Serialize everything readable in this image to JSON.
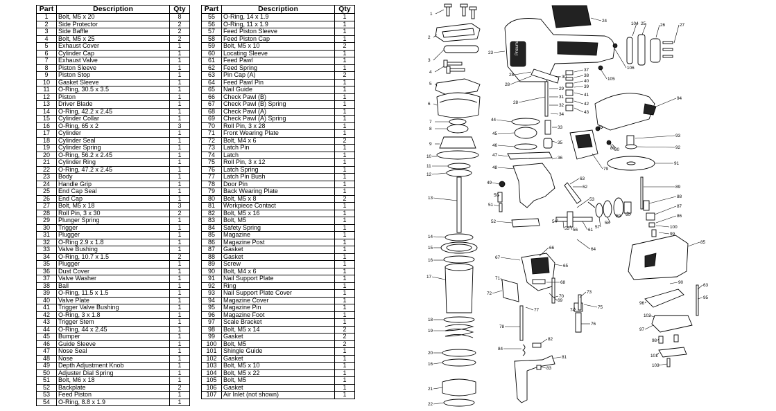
{
  "headers": {
    "part": "Part",
    "description": "Description",
    "qty": "Qty"
  },
  "parts_left": [
    {
      "part": "1",
      "description": "Bolt, M5 x 20",
      "qty": "8"
    },
    {
      "part": "2",
      "description": "Side Protector",
      "qty": "2"
    },
    {
      "part": "3",
      "description": "Side Baffle",
      "qty": "2"
    },
    {
      "part": "4",
      "description": "Bolt, M5 x 25",
      "qty": "2"
    },
    {
      "part": "5",
      "description": "Exhaust Cover",
      "qty": "1"
    },
    {
      "part": "6",
      "description": "Cylinder Cap",
      "qty": "1"
    },
    {
      "part": "7",
      "description": "Exhaust Valve",
      "qty": "1"
    },
    {
      "part": "8",
      "description": "Piston Sleeve",
      "qty": "1"
    },
    {
      "part": "9",
      "description": "Piston Stop",
      "qty": "1"
    },
    {
      "part": "10",
      "description": "Gasket Sleeve",
      "qty": "1"
    },
    {
      "part": "11",
      "description": "O-Ring, 30.5 x 3.5",
      "qty": "1"
    },
    {
      "part": "12",
      "description": "Piston",
      "qty": "1"
    },
    {
      "part": "13",
      "description": "Driver Blade",
      "qty": "1"
    },
    {
      "part": "14",
      "description": "O-Ring, 42.2 x 2.45",
      "qty": "1"
    },
    {
      "part": "15",
      "description": "Cylinder Collar",
      "qty": "1"
    },
    {
      "part": "16",
      "description": "O-Ring, 65 x 2",
      "qty": "3"
    },
    {
      "part": "17",
      "description": "Cylinder",
      "qty": "1"
    },
    {
      "part": "18",
      "description": "Cylinder Seal",
      "qty": "1"
    },
    {
      "part": "19",
      "description": "Cylinder Spring",
      "qty": "1"
    },
    {
      "part": "20",
      "description": "O-Ring, 56.2 x 2.45",
      "qty": "1"
    },
    {
      "part": "21",
      "description": "Cylinder Ring",
      "qty": "1"
    },
    {
      "part": "22",
      "description": "O-Ring, 47.2 x 2.45",
      "qty": "1"
    },
    {
      "part": "23",
      "description": "Body",
      "qty": "1"
    },
    {
      "part": "24",
      "description": "Handle Grip",
      "qty": "1"
    },
    {
      "part": "25",
      "description": "End Cap Seal",
      "qty": "1"
    },
    {
      "part": "26",
      "description": "End Cap",
      "qty": "1"
    },
    {
      "part": "27",
      "description": "Bolt, M5 x 18",
      "qty": "3"
    },
    {
      "part": "28",
      "description": "Roll Pin, 3 x 30",
      "qty": "2"
    },
    {
      "part": "29",
      "description": "Plunger Spring",
      "qty": "1"
    },
    {
      "part": "30",
      "description": "Trigger",
      "qty": "1"
    },
    {
      "part": "31",
      "description": "Plugger",
      "qty": "1"
    },
    {
      "part": "32",
      "description": "O-Ring 2.9 x 1.8",
      "qty": "1"
    },
    {
      "part": "33",
      "description": "Valve Bushing",
      "qty": "1"
    },
    {
      "part": "34",
      "description": "O-Ring, 10.7 x 1.5",
      "qty": "2"
    },
    {
      "part": "35",
      "description": "Plugger",
      "qty": "1"
    },
    {
      "part": "36",
      "description": "Dust Cover",
      "qty": "1"
    },
    {
      "part": "37",
      "description": "Valve Washer",
      "qty": "1"
    },
    {
      "part": "38",
      "description": "Ball",
      "qty": "1"
    },
    {
      "part": "39",
      "description": "O-Ring, 11.5 x 1.5",
      "qty": "1"
    },
    {
      "part": "40",
      "description": "Valve Plate",
      "qty": "1"
    },
    {
      "part": "41",
      "description": "Trigger Valve Bushing",
      "qty": "1"
    },
    {
      "part": "42",
      "description": "O-Ring, 3 x 1.8",
      "qty": "1"
    },
    {
      "part": "43",
      "description": "Trigger Stem",
      "qty": "1"
    },
    {
      "part": "44",
      "description": "O-Ring, 44 x 2.45",
      "qty": "1"
    },
    {
      "part": "45",
      "description": "Bumper",
      "qty": "1"
    },
    {
      "part": "46",
      "description": "Guide Sleeve",
      "qty": "1"
    },
    {
      "part": "47",
      "description": "Nose Seal",
      "qty": "1"
    },
    {
      "part": "48",
      "description": "Nose",
      "qty": "1"
    },
    {
      "part": "49",
      "description": "Depth Adjustment Knob",
      "qty": "1"
    },
    {
      "part": "50",
      "description": "Adjuster Dial Spring",
      "qty": "1"
    },
    {
      "part": "51",
      "description": "Bolt, M6 x 18",
      "qty": "1"
    },
    {
      "part": "52",
      "description": "Backplate",
      "qty": "2"
    },
    {
      "part": "53",
      "description": "Feed Piston",
      "qty": "1"
    },
    {
      "part": "54",
      "description": "O-Ring, 8.8 x 1.9",
      "qty": "1"
    }
  ],
  "parts_right": [
    {
      "part": "55",
      "description": "O-Ring, 14 x 1.9",
      "qty": "1"
    },
    {
      "part": "56",
      "description": "O-Ring, 11 x 1.9",
      "qty": "1"
    },
    {
      "part": "57",
      "description": "Feed Piston Sleeve",
      "qty": "1"
    },
    {
      "part": "58",
      "description": "Feed Piston Cap",
      "qty": "1"
    },
    {
      "part": "59",
      "description": "Bolt, M5 x 10",
      "qty": "2"
    },
    {
      "part": "60",
      "description": "Locating Sleeve",
      "qty": "1"
    },
    {
      "part": "61",
      "description": "Feed Pawl",
      "qty": "1"
    },
    {
      "part": "62",
      "description": "Feed Spring",
      "qty": "1"
    },
    {
      "part": "63",
      "description": "Pin Cap (A)",
      "qty": "2"
    },
    {
      "part": "64",
      "description": "Feed Pawl Pin",
      "qty": "1"
    },
    {
      "part": "65",
      "description": "Nail Guide",
      "qty": "1"
    },
    {
      "part": "66",
      "description": "Check Pawl (B)",
      "qty": "1"
    },
    {
      "part": "67",
      "description": "Check Pawl (B) Spring",
      "qty": "1"
    },
    {
      "part": "68",
      "description": "Check Pawl (A)",
      "qty": "1"
    },
    {
      "part": "69",
      "description": "Check Pawl (A) Spring",
      "qty": "1"
    },
    {
      "part": "70",
      "description": "Roll Pin, 3 x 28",
      "qty": "1"
    },
    {
      "part": "71",
      "description": "Front Wearing Plate",
      "qty": "1"
    },
    {
      "part": "72",
      "description": "Bolt, M4 x 6",
      "qty": "2"
    },
    {
      "part": "73",
      "description": "Latch Pin",
      "qty": "1"
    },
    {
      "part": "74",
      "description": "Latch",
      "qty": "1"
    },
    {
      "part": "75",
      "description": "Roll Pin, 3 x 12",
      "qty": "1"
    },
    {
      "part": "76",
      "description": "Latch Spring",
      "qty": "1"
    },
    {
      "part": "77",
      "description": "Latch Pin Bush",
      "qty": "1"
    },
    {
      "part": "78",
      "description": "Door Pin",
      "qty": "1"
    },
    {
      "part": "79",
      "description": "Back Wearing Plate",
      "qty": "1"
    },
    {
      "part": "80",
      "description": "Bolt, M5 x 8",
      "qty": "2"
    },
    {
      "part": "81",
      "description": "Workpiece Contact",
      "qty": "1"
    },
    {
      "part": "82",
      "description": "Bolt, M5 x 16",
      "qty": "1"
    },
    {
      "part": "83",
      "description": "Bolt, M5",
      "qty": "1"
    },
    {
      "part": "84",
      "description": "Safety Spring",
      "qty": "1"
    },
    {
      "part": "85",
      "description": "Magazine",
      "qty": "1"
    },
    {
      "part": "86",
      "description": "Magazine Post",
      "qty": "1"
    },
    {
      "part": "87",
      "description": "Gasket",
      "qty": "1"
    },
    {
      "part": "88",
      "description": "Gasket",
      "qty": "1"
    },
    {
      "part": "89",
      "description": "Screw",
      "qty": "1"
    },
    {
      "part": "90",
      "description": "Bolt, M4 x 6",
      "qty": "1"
    },
    {
      "part": "91",
      "description": "Nail Support Plate",
      "qty": "1"
    },
    {
      "part": "92",
      "description": "Ring",
      "qty": "1"
    },
    {
      "part": "93",
      "description": "Nail Support Plate Cover",
      "qty": "1"
    },
    {
      "part": "94",
      "description": "Magazine Cover",
      "qty": "1"
    },
    {
      "part": "95",
      "description": "Magazine Pin",
      "qty": "1"
    },
    {
      "part": "96",
      "description": "Magazine Foot",
      "qty": "1"
    },
    {
      "part": "97",
      "description": "Scale Bracket",
      "qty": "1"
    },
    {
      "part": "98",
      "description": "Bolt, M5 x 14",
      "qty": "2"
    },
    {
      "part": "99",
      "description": "Gasket",
      "qty": "2"
    },
    {
      "part": "100",
      "description": "Bolt, M5",
      "qty": "2"
    },
    {
      "part": "101",
      "description": "Shingle Guide",
      "qty": "1"
    },
    {
      "part": "102",
      "description": "Gasket",
      "qty": "1"
    },
    {
      "part": "103",
      "description": "Bolt, M5 x 10",
      "qty": "1"
    },
    {
      "part": "104",
      "description": "Bolt, M5 x 22",
      "qty": "1"
    },
    {
      "part": "105",
      "description": "Bolt, M5",
      "qty": "1"
    },
    {
      "part": "106",
      "description": "Gasket",
      "qty": "1"
    },
    {
      "part": "107",
      "description": "Air Inlet (not shown)",
      "qty": "1"
    }
  ],
  "diagram": {
    "callouts_left": [
      "1",
      "2",
      "3",
      "4",
      "5",
      "6",
      "7",
      "8",
      "9",
      "10",
      "11",
      "12",
      "13",
      "14",
      "15",
      "16",
      "17",
      "18",
      "19",
      "20",
      "16",
      "21",
      "22"
    ],
    "callouts_mid": [
      "28",
      "28",
      "28",
      "30",
      "37",
      "38",
      "40",
      "39",
      "29",
      "31",
      "32",
      "34",
      "41",
      "42",
      "43",
      "33",
      "35",
      "36",
      "44",
      "45",
      "46",
      "47",
      "48",
      "49",
      "50",
      "51",
      "52",
      "53",
      "54",
      "55",
      "56",
      "57",
      "58",
      "59",
      "60",
      "61",
      "62",
      "63",
      "64",
      "65",
      "66",
      "67",
      "68",
      "69",
      "70",
      "71",
      "72",
      "73",
      "74",
      "75",
      "76",
      "77",
      "78",
      "79",
      "80",
      "81",
      "82",
      "83",
      "84"
    ],
    "callouts_top": [
      "24",
      "23",
      "104",
      "25",
      "26",
      "27",
      "106",
      "105"
    ],
    "callouts_right": [
      "94",
      "90",
      "80",
      "93",
      "92",
      "91",
      "89",
      "88",
      "87",
      "86",
      "100",
      "99",
      "85",
      "90",
      "63",
      "95",
      "96",
      "102",
      "97",
      "98",
      "101",
      "103"
    ],
    "handle_brand": "Pneumatic"
  }
}
